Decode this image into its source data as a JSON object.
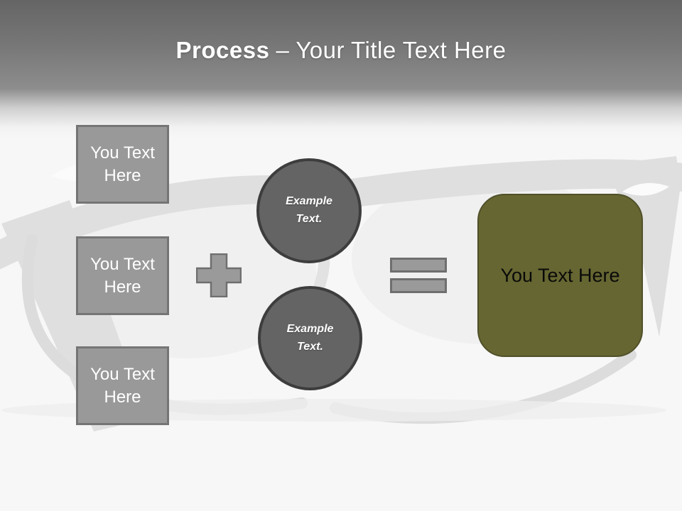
{
  "title": {
    "prefix": "Process",
    "dash": "–",
    "text": "Your Title Text Here"
  },
  "input_boxes": [
    {
      "label": "You Text Here"
    },
    {
      "label": "You Text Here"
    },
    {
      "label": "You Text Here"
    }
  ],
  "example_circles": [
    {
      "label": "Example Text."
    },
    {
      "label": "Example Text."
    }
  ],
  "result_box": {
    "label": "You Text Here"
  },
  "icons": {
    "plus": "plus-sign",
    "equals": "equals-sign",
    "background": "eyeglasses-watermark"
  },
  "colors": {
    "header_top": "#656565",
    "header_mid": "#8d8d8d",
    "page_background": "#f7f7f7",
    "shape_gray_fill": "#999999",
    "shape_gray_border": "#757575",
    "circle_fill": "#646464",
    "circle_border": "#3d3d3d",
    "olive_fill": "#666632",
    "olive_border": "#50502a",
    "title_text": "#ffffff",
    "box_text": "#ffffff",
    "result_text": "#0a0a0a"
  }
}
